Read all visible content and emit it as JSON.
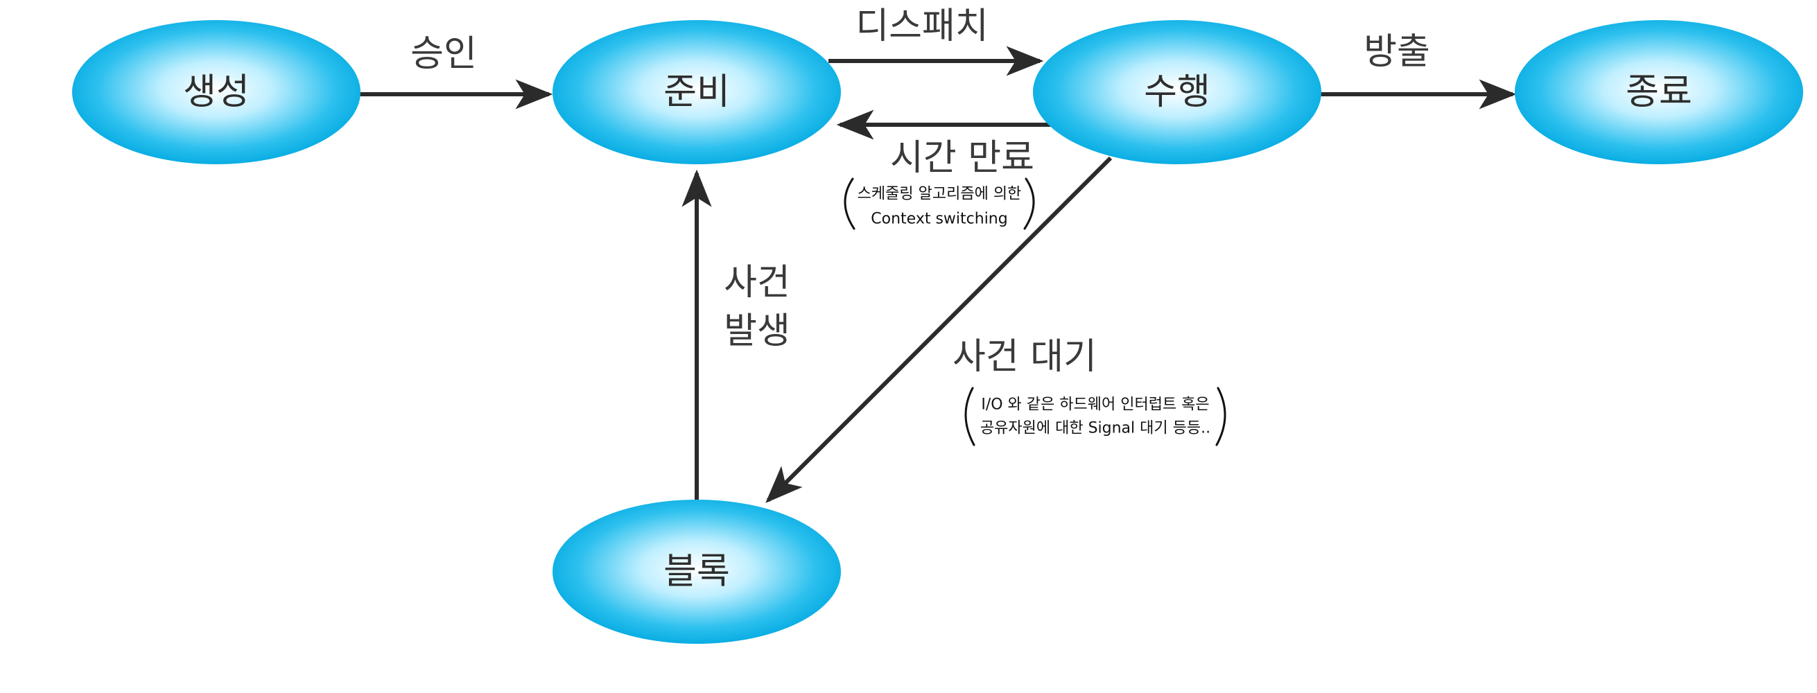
{
  "diagram": {
    "colors": {
      "node_fill_center": "#ffffff",
      "node_fill_edge": "#00a8e0",
      "arrow": "#2b2b2b",
      "label": "#3a3a3a"
    },
    "nodes": {
      "new": "생성",
      "ready": "준비",
      "running": "수행",
      "terminated": "종료",
      "blocked": "블록"
    },
    "edges": {
      "admit": "승인",
      "dispatch": "디스패치",
      "release": "방출",
      "timeout": "시간 만료",
      "event_occurs_line1": "사건",
      "event_occurs_line2": "발생",
      "event_wait": "사건 대기"
    },
    "notes": {
      "timeout_note_line1": "스케줄링 알고리즘에 의한",
      "timeout_note_line2": "Context switching",
      "event_wait_note_line1": "I/O 와 같은 하드웨어 인터럽트 혹은",
      "event_wait_note_line2": "공유자원에 대한 Signal 대기 등등.."
    }
  }
}
